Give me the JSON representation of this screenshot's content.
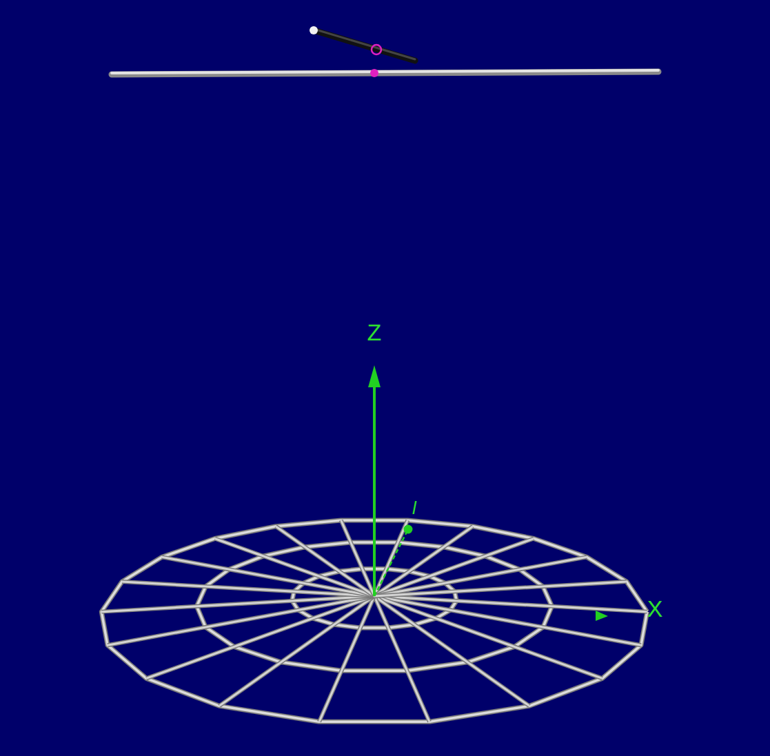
{
  "diagram": {
    "labels": [
      "Z",
      "X",
      "l"
    ]
  }
}
